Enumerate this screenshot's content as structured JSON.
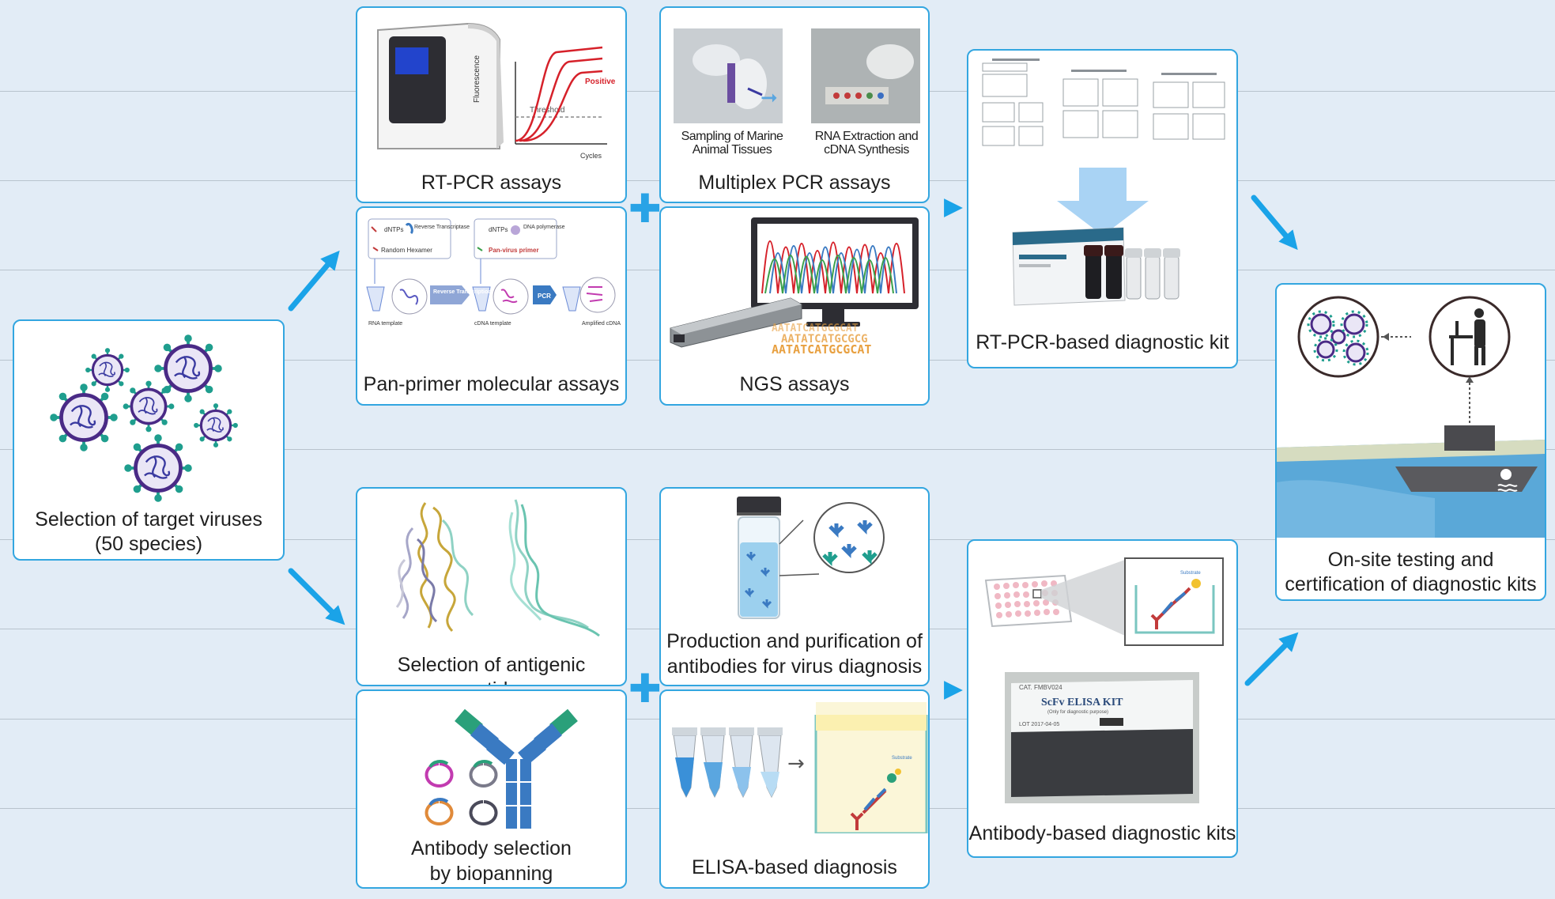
{
  "boxes": {
    "target": {
      "label_line1": "Selection of target viruses",
      "label_line2": "(50 species)"
    },
    "rtpcr": {
      "label": "RT-PCR assays",
      "plot_y": "Fluorescence",
      "plot_x": "Cycles",
      "threshold": "Threshold",
      "positive": "Positive"
    },
    "multiplex": {
      "label": "Multiplex PCR assays",
      "caption_left_1": "Sampling of Marine",
      "caption_left_2": "Animal Tissues",
      "caption_right_1": "RNA Extraction and",
      "caption_right_2": "cDNA Synthesis"
    },
    "panprimer": {
      "label": "Pan-primer molecular assays",
      "dntps": "dNTPs",
      "reverse_transcriptase": "Reverse Transcriptase",
      "random_hexamer": "Random Hexamer",
      "dna_polymerase": "DNA polymerase",
      "pan_virus_primer": "Pan-virus primer",
      "reverse_transcription": "Reverse Transcription",
      "pcr": "PCR",
      "rna_template": "RNA template",
      "cdna_template": "cDNA template",
      "amplified_cdna": "Amplified cDNA"
    },
    "ngs": {
      "label": "NGS assays",
      "seq_line1": "AATATCATGCGCAT",
      "seq_line2": "AATATCATGCGCG",
      "seq_line3": "AATATCATGCGCAT"
    },
    "rtpcr_kit": {
      "label": "RT-PCR-based diagnostic kit"
    },
    "onsite": {
      "label_line1": "On-site testing and",
      "label_line2": "certification of diagnostic kits"
    },
    "antigenic": {
      "label": "Selection of antigenic peptides"
    },
    "production": {
      "label_line1": "Production and purification of",
      "label_line2": "antibodies for virus diagnosis"
    },
    "antibody_kits": {
      "label": "Antibody-based diagnostic kits",
      "kit_title": "ScFv ELISA KIT",
      "kit_cat": "CAT. FMBV024",
      "kit_sub": "(Only for diagnostic purpose)",
      "kit_lot": "LOT 2017-04-05",
      "substrate": "Substrate"
    },
    "biopanning": {
      "label_line1": "Antibody selection",
      "label_line2": "by biopanning"
    },
    "elisa": {
      "label": "ELISA-based diagnosis",
      "tag": "Substrate"
    }
  },
  "colors": {
    "border": "#33a6e0",
    "arrow": "#1aa3e8",
    "plus": "#29a3e6",
    "background": "#e2ecf6",
    "virus_ring": "#4a2a86",
    "virus_spike": "#1f9e8e"
  },
  "icons": {
    "plus_top": "plus-icon",
    "plus_bottom": "plus-icon",
    "arrow": "arrow-icon"
  }
}
